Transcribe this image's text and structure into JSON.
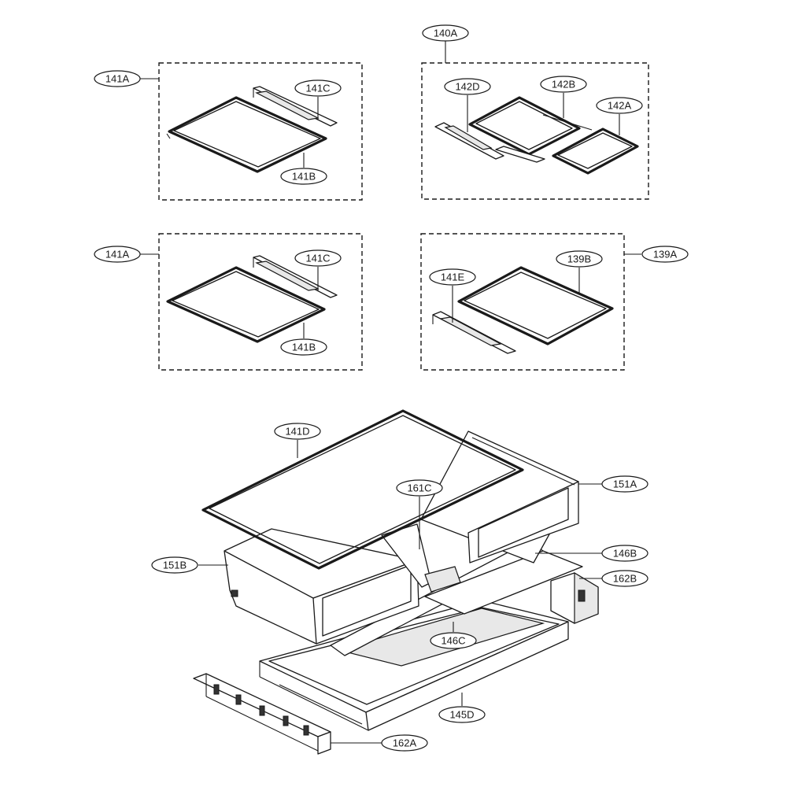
{
  "labels": {
    "l140A": "140A",
    "l141A_top": "141A",
    "l141C_top": "141C",
    "l141B_top": "141B",
    "l142D": "142D",
    "l142B": "142B",
    "l142A": "142A",
    "l141A_mid": "141A",
    "l141C_mid": "141C",
    "l141B_mid": "141B",
    "l141E": "141E",
    "l139B": "139B",
    "l139A": "139A",
    "l141D": "141D",
    "l161C": "161C",
    "l151A": "151A",
    "l151B": "151B",
    "l146B": "146B",
    "l162B": "162B",
    "l146C": "146C",
    "l145D": "145D",
    "l162A": "162A"
  }
}
